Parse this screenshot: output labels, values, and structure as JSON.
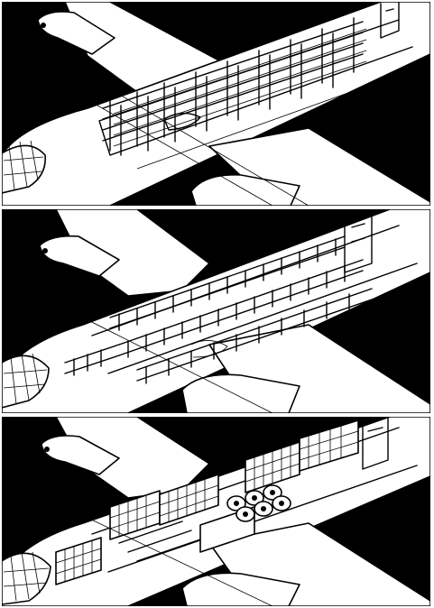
{
  "figure": {
    "colors": {
      "background": "#000000",
      "airframe": "#ffffff",
      "outline": "#000000"
    },
    "panels": [
      {
        "content": "stretcher-racks"
      },
      {
        "content": "troop-seating"
      },
      {
        "content": "cargo-load"
      }
    ]
  }
}
